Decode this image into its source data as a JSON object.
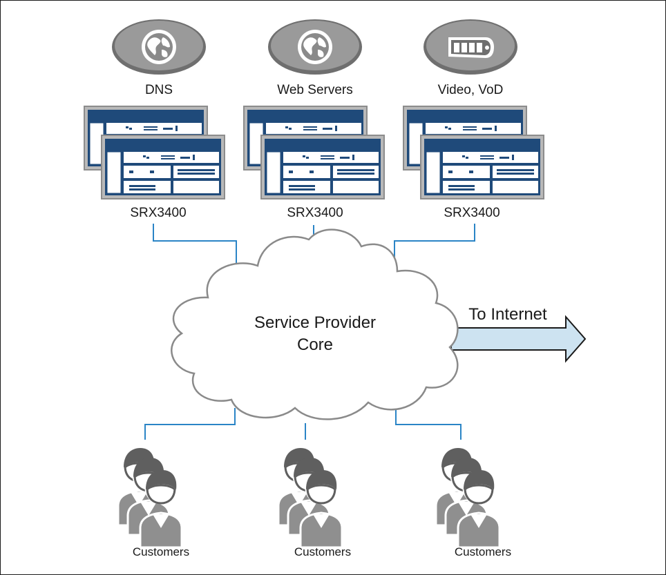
{
  "services": [
    {
      "label": "DNS",
      "icon": "globe-icon"
    },
    {
      "label": "Web Servers",
      "icon": "globe-icon"
    },
    {
      "label": "Video, VoD",
      "icon": "film-icon"
    }
  ],
  "firewalls": [
    {
      "label": "SRX3400"
    },
    {
      "label": "SRX3400"
    },
    {
      "label": "SRX3400"
    }
  ],
  "core": {
    "line1": "Service Provider",
    "line2": "Core"
  },
  "internet": {
    "label": "To Internet"
  },
  "customers": [
    {
      "label": "Customers",
      "icon": "user-group-icon"
    },
    {
      "label": "Customers",
      "icon": "user-group-icon"
    },
    {
      "label": "Customers",
      "icon": "user-group-icon"
    }
  ],
  "colors": {
    "link_line": "#2a84c6",
    "device_navy": "#1f4a7a",
    "icon_gray": "#9a9a9a",
    "icon_dark": "#6f6f6f",
    "arrow_fill": "#cde3f1",
    "outline": "#1a1a1a"
  }
}
